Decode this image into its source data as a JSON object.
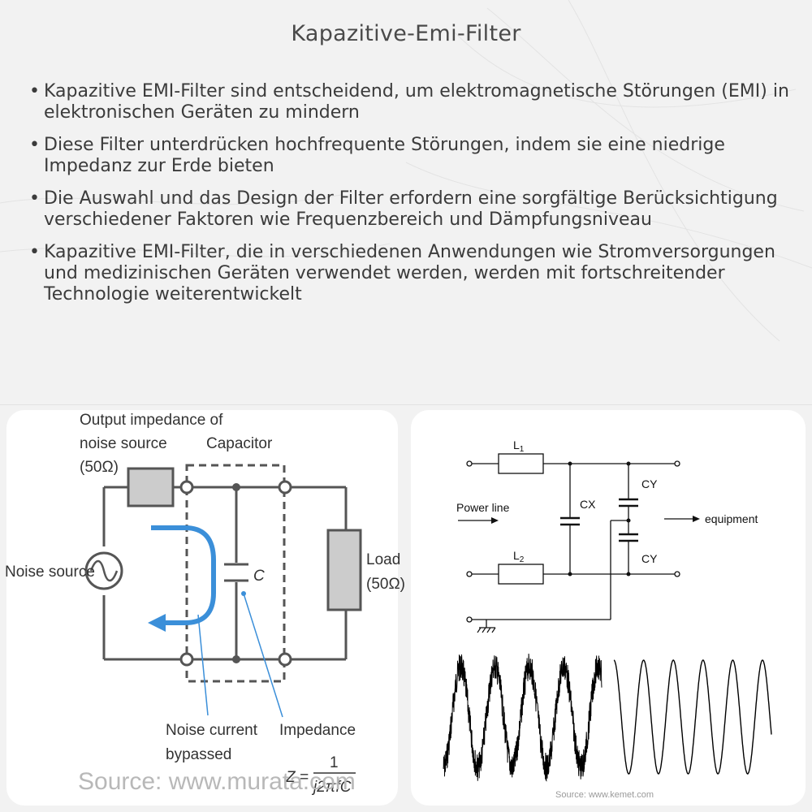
{
  "title": "Kapazitive-Emi-Filter",
  "bullets": [
    "Kapazitive EMI-Filter sind entscheidend, um elektromagnetische Störungen (EMI) in elektronischen Geräten zu mindern",
    "Diese Filter unterdrücken hochfrequente Störungen, indem sie eine niedrige Impedanz zur Erde bieten",
    "Die Auswahl und das Design der Filter erfordern eine sorgfältige Berücksichtigung verschiedener Faktoren wie Frequenzbereich und Dämpfungsniveau",
    "Kapazitive EMI-Filter, die in verschiedenen Anwendungen wie Stromversorgungen und medizinischen Geräten verwendet werden, werden mit fortschreitender Technologie weiterentwickelt"
  ],
  "left_diagram": {
    "output_impedance_label_1": "Output impedance of",
    "output_impedance_label_2": "noise source",
    "output_impedance_label_3": "(50Ω)",
    "capacitor_label": "Capacitor",
    "noise_source_label": "Noise source",
    "load_label_1": "Load",
    "load_label_2": "(50Ω)",
    "c_label": "C",
    "noise_current_label_1": "Noise current",
    "noise_current_label_2": "bypassed",
    "impedance_label": "Impedance",
    "formula_lhs": "Z =",
    "formula_num": "1",
    "formula_den": "j2πfC",
    "source": "Source: www.murata.com"
  },
  "right_diagram": {
    "l1_label": "L",
    "l1_sub": "1",
    "l2_label": "L",
    "l2_sub": "2",
    "cx_label": "CX",
    "cy_top_label": "CY",
    "cy_bottom_label": "CY",
    "power_line_label": "Power line",
    "equipment_label": "equipment",
    "source": "Source: www.kemet.com"
  },
  "colors": {
    "accent_blue": "#3b8fd9",
    "line_dark": "#555555",
    "component_fill": "#cccccc"
  }
}
